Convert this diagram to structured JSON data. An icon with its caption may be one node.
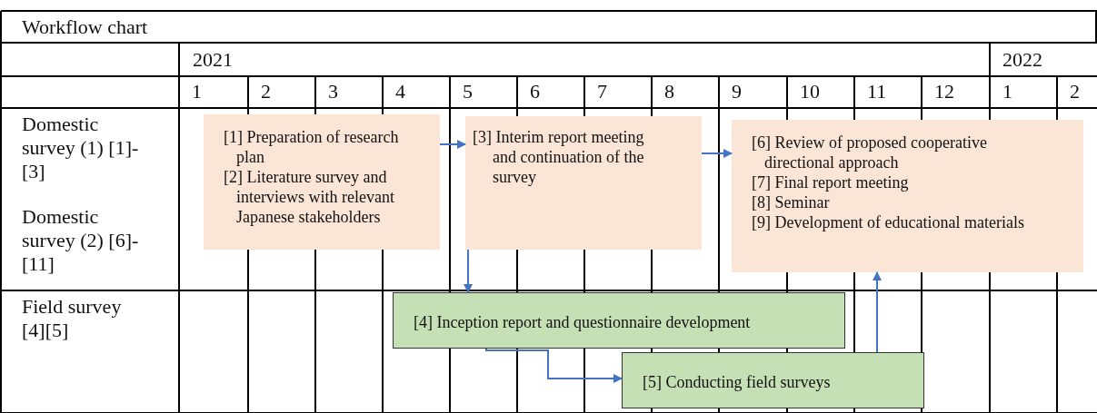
{
  "diagram": {
    "title": "Workflow chart",
    "nodes": [
      {
        "text": [
          "[1] Preparation of research plan",
          "[2] Literature survey and interviews with relevant Japanese stakeholders"
        ]
      },
      {
        "text": [
          "[3] Interim report meeting and continuation of the survey"
        ]
      },
      {
        "text": [
          "[6] Review of proposed cooperative directional approach",
          "[7] Final report meeting",
          "[8] Seminar",
          "[9] Development of educational materials"
        ]
      },
      {
        "text": [
          "[4] Inception report and questionnaire development"
        ]
      },
      {
        "text": [
          "[5] Conducting field surveys"
        ]
      }
    ],
    "edges": [
      {
        "from": 0,
        "to": 1,
        "arrow": "to"
      },
      {
        "from": 1,
        "to": 2,
        "arrow": "to"
      },
      {
        "from": 1,
        "to": 3,
        "arrow": "to"
      },
      {
        "from": 3,
        "to": 4,
        "arrow": "to"
      },
      {
        "from": 4,
        "to": 2,
        "arrow": "to"
      }
    ],
    "labels": [
      "2021",
      "2022",
      "1",
      "2",
      "3",
      "4",
      "5",
      "6",
      "7",
      "8",
      "9",
      "10",
      "11",
      "12",
      "1",
      "2",
      "Domestic survey (1) [1]-[3]",
      "Domestic survey (2) [6]-[11]",
      "Field survey [4][5]"
    ]
  }
}
